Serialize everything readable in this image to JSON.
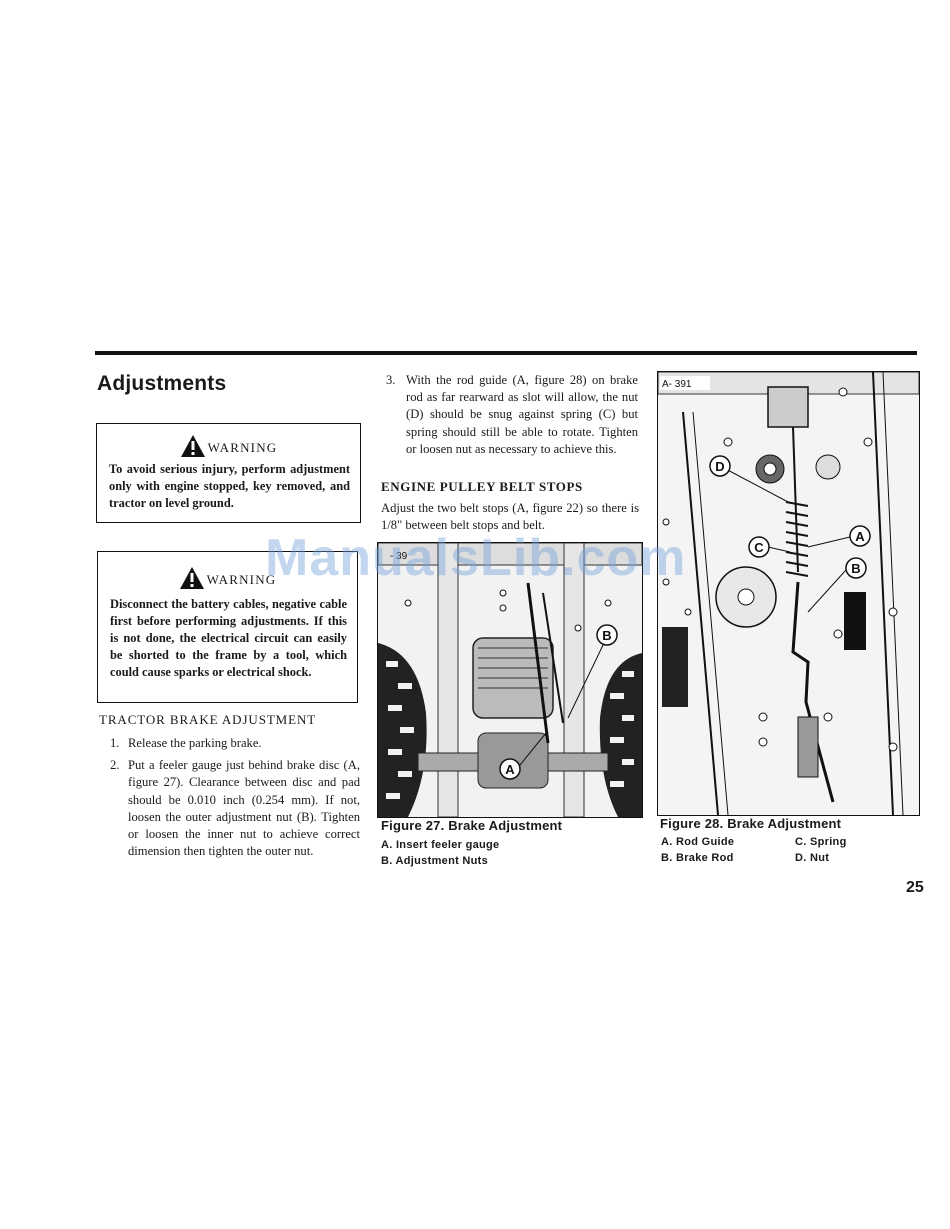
{
  "page": {
    "title": "Adjustments",
    "page_number": "25",
    "watermark": "ManualsLib.com"
  },
  "warnings": [
    {
      "label": "WARNING",
      "body": "To avoid serious injury, perform adjustment only with engine stopped, key removed, and tractor on level ground."
    },
    {
      "label": "WARNING",
      "body": "Disconnect the battery cables, negative cable first before performing adjustments. If this is not done, the electrical circuit can easily be shorted to the frame by a tool, which could cause sparks or electrical shock."
    }
  ],
  "brake_section": {
    "heading": "TRACTOR BRAKE ADJUSTMENT",
    "steps": [
      {
        "num": "1.",
        "text": "Release the parking brake."
      },
      {
        "num": "2.",
        "text": "Put a feeler gauge just behind brake disc (A, figure 27). Clearance between disc and pad should be 0.010 inch (0.254 mm). If not, loosen the outer adjustment nut (B). Tighten or loosen the inner nut to achieve correct dimension then tighten the outer nut."
      },
      {
        "num": "3.",
        "text": "With the rod guide (A, figure 28) on brake rod as far rearward as slot will allow, the nut (D) should be snug against spring (C) but spring should still be able to rotate. Tighten or loosen nut as necessary to achieve this."
      }
    ]
  },
  "belt_section": {
    "heading": "ENGINE PULLEY BELT STOPS",
    "text": "Adjust the two belt stops (A, figure 22) so there is 1/8\" between belt stops and belt."
  },
  "figure27": {
    "caption": "Figure 27. Brake Adjustment",
    "legend": [
      "A. Insert feeler gauge",
      "B. Adjustment Nuts"
    ],
    "callouts": [
      "A",
      "B"
    ],
    "code": "-  39"
  },
  "figure28": {
    "caption": "Figure 28. Brake Adjustment",
    "legend_left": [
      "A. Rod Guide",
      "B. Brake Rod"
    ],
    "legend_right": [
      "C. Spring",
      "D. Nut"
    ],
    "callouts": [
      "A",
      "B",
      "C",
      "D"
    ],
    "code": "A-  391"
  },
  "colors": {
    "ink": "#1a1a1a",
    "rule": "#111111",
    "watermark": "#78a5dc"
  }
}
